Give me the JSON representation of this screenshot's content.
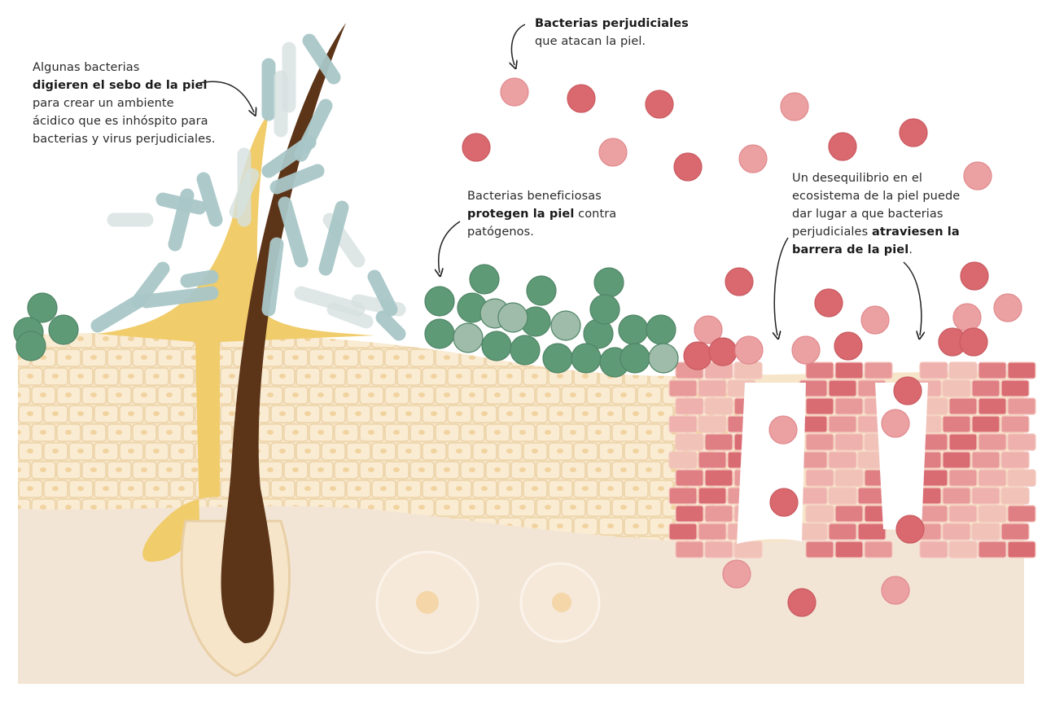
{
  "annotations": {
    "sebum": {
      "line1": "Algunas bacterias",
      "bold": "digieren el sebo de la piel",
      "line3": "para crear un ambiente",
      "line4": "ácidico que es inhóspito para",
      "line5": "bacterias y virus perjudiciales."
    },
    "harmful": {
      "bold": "Bacterias perjudiciales",
      "line2": "que atacan la piel."
    },
    "beneficial": {
      "line1": "Bacterias beneficiosas",
      "bold": "protegen la piel",
      "line2_rest": " contra",
      "line3": "patógenos."
    },
    "imbalance": {
      "line1": "Un desequilibrio en el",
      "line2": "ecosistema de la piel puede",
      "line3": "dar lugar a que bacterias",
      "line4_plain": "perjudiciales ",
      "line4_bold": "atraviesen la",
      "line5_bold": "barrera de la piel",
      "line5_end": "."
    }
  },
  "colors": {
    "harmful": "#d9696f",
    "harmful_light": "#eba0a2",
    "beneficial": "#5f9a77",
    "rod": "#a9c7c8",
    "sebum": "#f0cc6a",
    "hair": "#5c3418",
    "epidermis": "#f7e5c9",
    "dermis": "#f3e5d6",
    "damaged": "#e69c9a"
  }
}
